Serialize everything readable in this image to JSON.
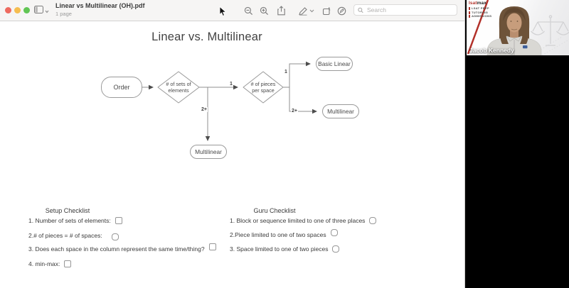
{
  "window": {
    "title": "Linear vs Multilinear (OH).pdf",
    "page_count": "1 page",
    "search_placeholder": "Search"
  },
  "document": {
    "title": "Linear vs. Multilinear",
    "flowchart": {
      "order": "Order",
      "sets_diamond": "# of sets of\nelements",
      "pieces_diamond": "# of pieces\nper space",
      "basic_linear": "Basic Linear",
      "multilinear_right": "Multilinear",
      "multilinear_bottom": "Multilinear",
      "labels": {
        "sets_to_pieces": "1",
        "sets_down": "2+",
        "pieces_top": "1",
        "pieces_bottom": "2+"
      }
    },
    "setup_checklist": {
      "title": "Setup Checklist",
      "items": [
        "1. Number of sets of elements:",
        "2.# of pieces = # of spaces:",
        "3. Does each space in the column represent the same time/thing?",
        "4. min-max:"
      ]
    },
    "guru_checklist": {
      "title": "Guru Checklist",
      "items": [
        "1. Block or sequence limited to one of three places",
        "2.Piece limited to one of two spaces",
        "3. Space limited to one of two pieces"
      ]
    }
  },
  "video": {
    "participant_name": "Jacob Kennedy",
    "brand_red": "lsat",
    "brand_dark": "max",
    "tagline": [
      "LSAT PREP",
      "TUTORING",
      "ADMISSIONS"
    ]
  },
  "colors": {
    "brand_red": "#b5332a",
    "traffic_red": "#ee6a5f",
    "traffic_yellow": "#f5bd4f",
    "traffic_green": "#61c554",
    "flow_stroke": "#8f8f8f"
  }
}
